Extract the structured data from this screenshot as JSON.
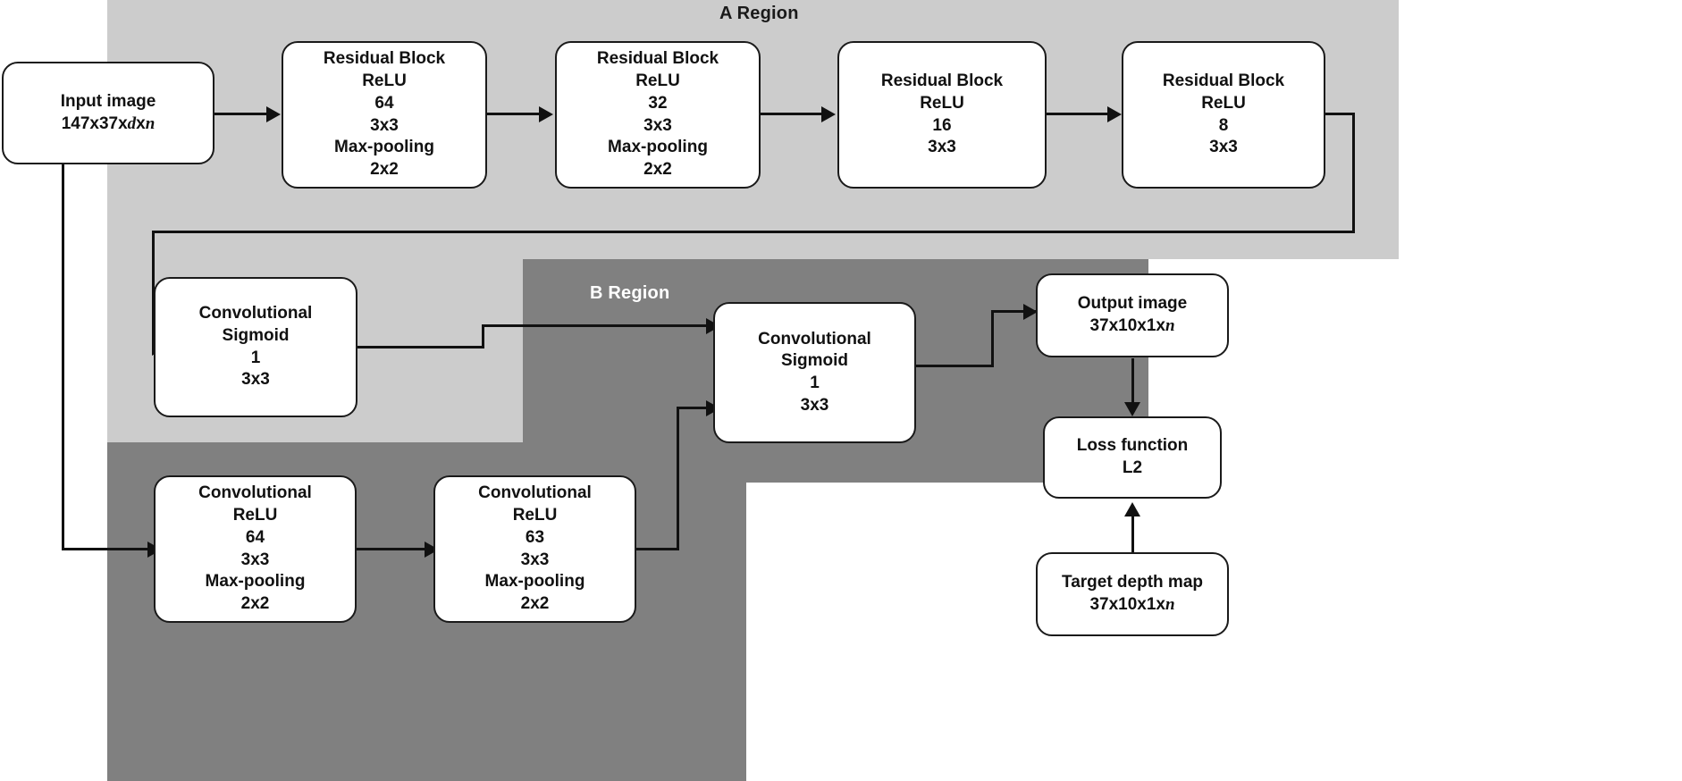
{
  "diagram": {
    "regions": [
      {
        "id": "a",
        "label": "A Region",
        "color": "#cccccc",
        "label_color": "#1a1a1a"
      },
      {
        "id": "b",
        "label": "B Region",
        "color": "#808080",
        "label_color": "#ffffff"
      }
    ],
    "nodes": {
      "input_image": {
        "lines": [
          "Input image",
          "147x37x",
          "d",
          "x",
          "n"
        ],
        "title": "Input image",
        "dims_prefix": "147x37x",
        "dims_d": "d",
        "dims_x": "x",
        "dims_n": "n"
      },
      "res_block_1": {
        "title": "Residual Block",
        "activation": "ReLU",
        "filters": "64",
        "kernel": "3x3",
        "pooling": "Max-pooling",
        "pool_size": "2x2"
      },
      "res_block_2": {
        "title": "Residual Block",
        "activation": "ReLU",
        "filters": "32",
        "kernel": "3x3",
        "pooling": "Max-pooling",
        "pool_size": "2x2"
      },
      "res_block_3": {
        "title": "Residual Block",
        "activation": "ReLU",
        "filters": "16",
        "kernel": "3x3"
      },
      "res_block_4": {
        "title": "Residual Block",
        "activation": "ReLU",
        "filters": "8",
        "kernel": "3x3"
      },
      "conv_sigmoid_a": {
        "title": "Convolutional",
        "activation": "Sigmoid",
        "filters": "1",
        "kernel": "3x3"
      },
      "conv_sigmoid_b": {
        "title": "Convolutional",
        "activation": "Sigmoid",
        "filters": "1",
        "kernel": "3x3"
      },
      "conv_relu_1": {
        "title": "Convolutional",
        "activation": "ReLU",
        "filters": "64",
        "kernel": "3x3",
        "pooling": "Max-pooling",
        "pool_size": "2x2"
      },
      "conv_relu_2": {
        "title": "Convolutional",
        "activation": "ReLU",
        "filters": "63",
        "kernel": "3x3",
        "pooling": "Max-pooling",
        "pool_size": "2x2"
      },
      "output_image": {
        "title": "Output image",
        "dims_prefix": "37x10x1x",
        "dims_n": "n"
      },
      "loss_function": {
        "title": "Loss function",
        "type": "L2"
      },
      "target_depth_map": {
        "title": "Target depth map",
        "dims_prefix": "37x10x1x",
        "dims_n": "n"
      }
    }
  }
}
